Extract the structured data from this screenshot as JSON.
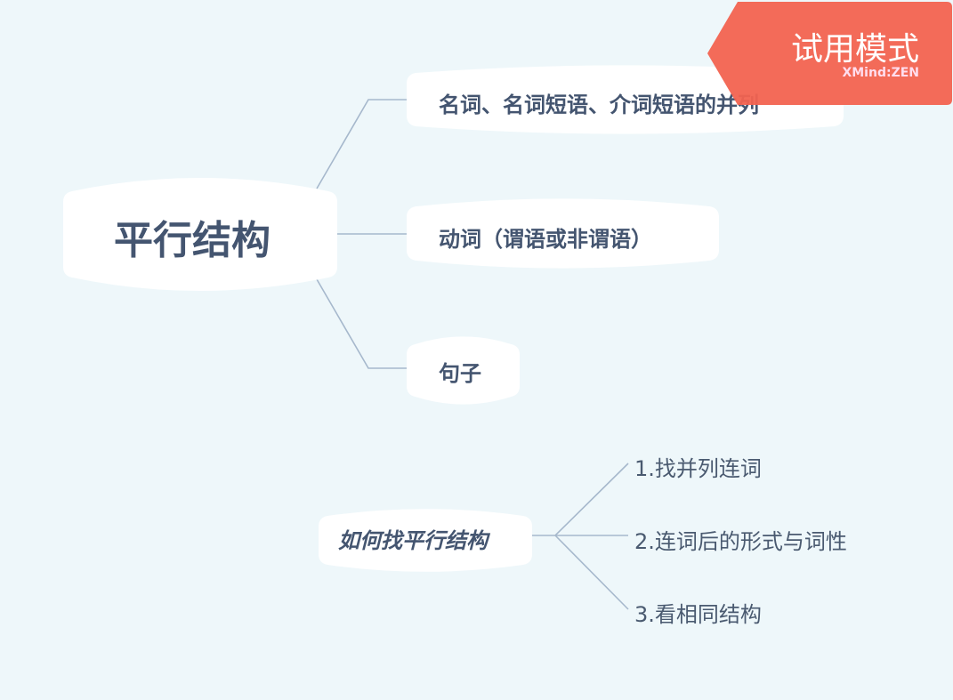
{
  "central": "平行结构",
  "branches": [
    "名词、名词短语、介词短语的并列",
    "动词（谓语或非谓语）",
    "句子"
  ],
  "floating": {
    "title": "如何找平行结构",
    "children": [
      "1.找并列连词",
      "2.连词后的形式与词性",
      "3.看相同结构"
    ]
  },
  "badge": {
    "title": "试用模式",
    "brand": "XMind:ZEN"
  },
  "colors": {
    "background": "#eef7fa",
    "line": "#a6b8cc",
    "text": "#445570",
    "badge": "#f26350"
  }
}
